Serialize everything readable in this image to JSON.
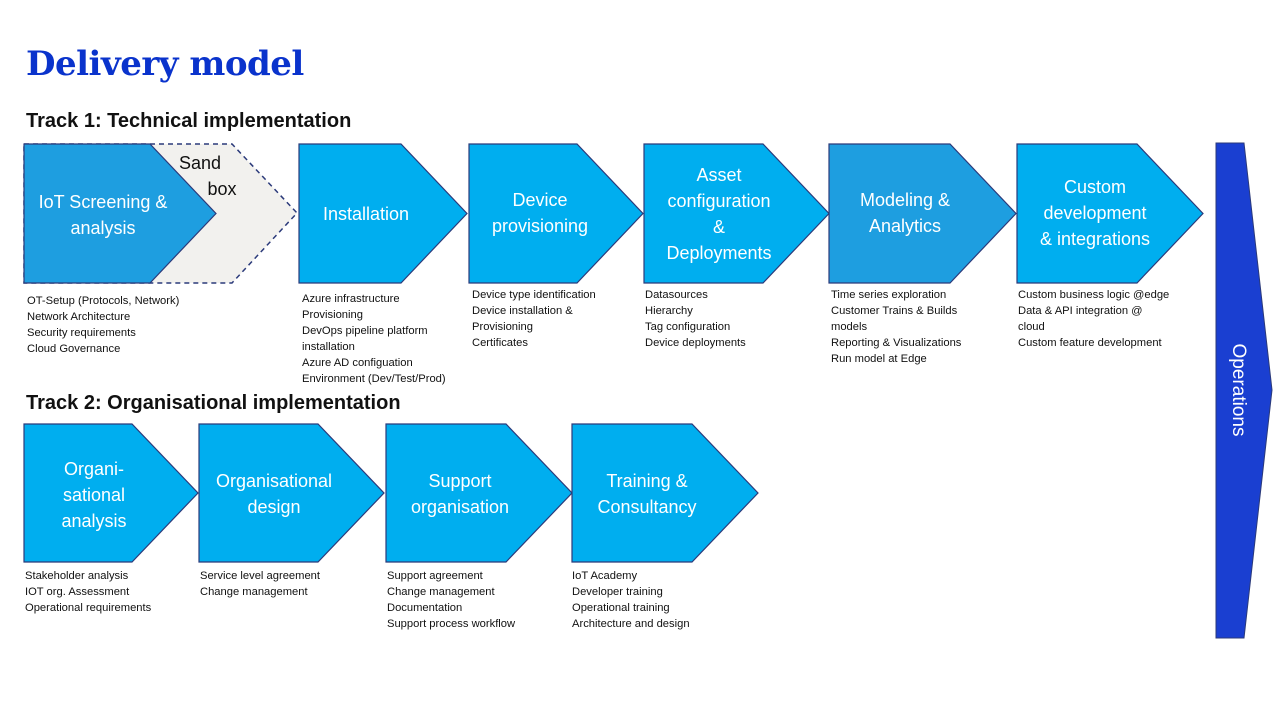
{
  "title": "Delivery model",
  "colors": {
    "title": "#0a33cc",
    "step_fill": "#00aeef",
    "step_fill_alt": "#1e9ee0",
    "step_stroke": "#2b3a7a",
    "sandbox_fill": "#f2f1ee",
    "sandbox_stroke": "#2b3a7a",
    "operations_fill": "#1a3fd1"
  },
  "track1": {
    "title": "Track 1: Technical implementation",
    "sandbox": {
      "lines": [
        "Sand",
        "box"
      ]
    },
    "steps": [
      {
        "lines": [
          "IoT Screening &",
          "analysis"
        ],
        "items": [
          "OT-Setup (Protocols, Network)",
          "Network Architecture",
          "Security requirements",
          "Cloud Governance"
        ]
      },
      {
        "lines": [
          "Installation"
        ],
        "items": [
          "Azure infrastructure",
          "Provisioning",
          "DevOps pipeline platform",
          "installation",
          "Azure AD configuation",
          "Environment (Dev/Test/Prod)"
        ]
      },
      {
        "lines": [
          "Device",
          "provisioning"
        ],
        "items": [
          "Device type identification",
          "Device installation &",
          "Provisioning",
          "Certificates"
        ]
      },
      {
        "lines": [
          "Asset",
          "configuration",
          "&",
          "Deployments"
        ],
        "items": [
          "Datasources",
          "Hierarchy",
          "Tag configuration",
          "Device deployments"
        ]
      },
      {
        "lines": [
          "Modeling &",
          "Analytics"
        ],
        "items": [
          "Time series exploration",
          "Customer Trains & Builds",
          "models",
          "Reporting & Visualizations",
          "Run model at Edge"
        ]
      },
      {
        "lines": [
          "Custom",
          "development",
          "& integrations"
        ],
        "items": [
          "Custom business logic @edge",
          "Data & API integration @",
          "cloud",
          "Custom feature development"
        ]
      }
    ]
  },
  "track2": {
    "title": "Track 2: Organisational implementation",
    "steps": [
      {
        "lines": [
          "Organi-",
          "sational",
          "analysis"
        ],
        "items": [
          "Stakeholder analysis",
          "IOT org. Assessment",
          "Operational requirements"
        ]
      },
      {
        "lines": [
          "Organisational",
          "design"
        ],
        "items": [
          "Service level agreement",
          "Change management"
        ]
      },
      {
        "lines": [
          "Support",
          "organisation"
        ],
        "items": [
          "Support agreement",
          "Change management",
          "Documentation",
          "Support process workflow"
        ]
      },
      {
        "lines": [
          "Training &",
          "Consultancy"
        ],
        "items": [
          "IoT Academy",
          "Developer training",
          "Operational training",
          "Architecture and design"
        ]
      }
    ]
  },
  "operations": {
    "label": "Operations"
  }
}
